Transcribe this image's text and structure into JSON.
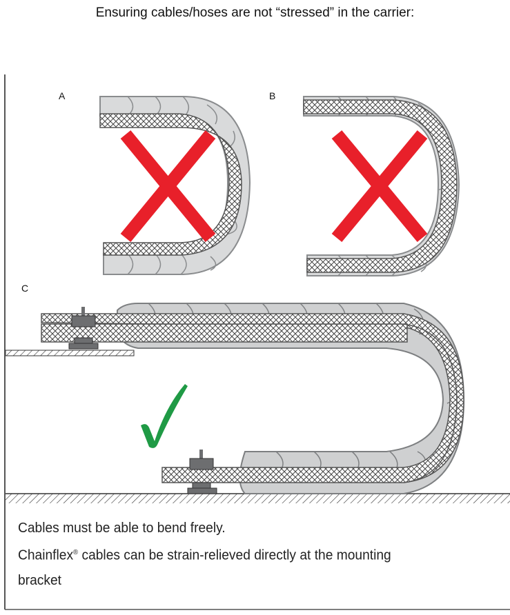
{
  "title": "Ensuring cables/hoses are not “stressed” in the carrier:",
  "panels": [
    {
      "label": "A",
      "status": "incorrect",
      "icon": "red-x-icon"
    },
    {
      "label": "B",
      "status": "incorrect",
      "icon": "red-x-icon"
    },
    {
      "label": "C",
      "status": "correct",
      "icon": "green-check-icon"
    }
  ],
  "caption": {
    "line1": "Cables must be able to bend freely.",
    "line2_brand": "Chainflex",
    "line2_mark": "®",
    "line2_rest": " cables can be strain-relieved directly at the mounting",
    "line3": "bracket"
  },
  "colors": {
    "cross": "#e8202a",
    "check": "#1f9a45",
    "chain_fill": "#d9dadb",
    "chain_stroke": "#8a8c8e",
    "cable_fill": "#ffffff",
    "cable_stroke": "#555555",
    "bracket": "#6d6e70"
  }
}
